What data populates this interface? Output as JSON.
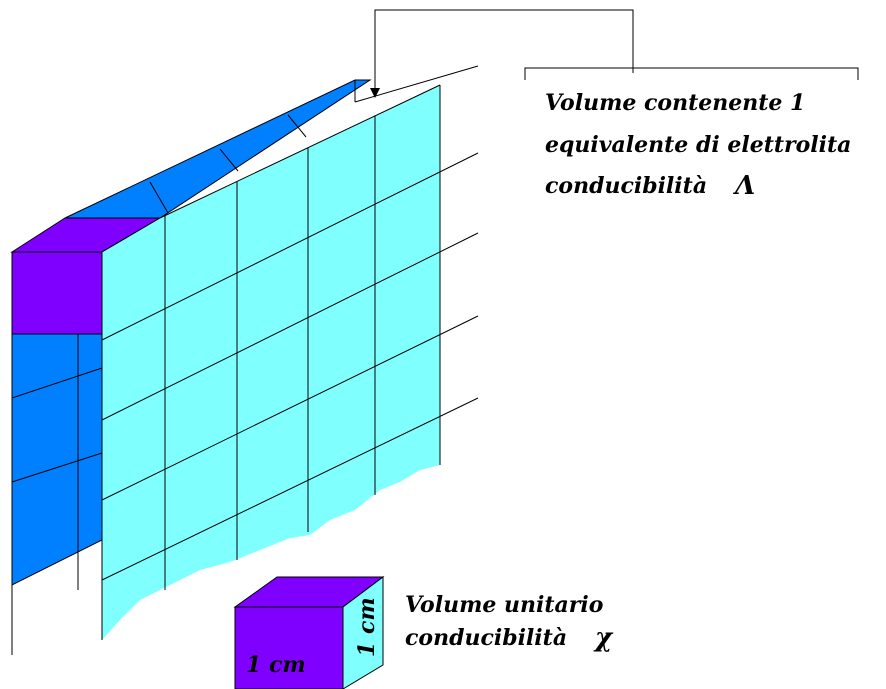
{
  "labels": {
    "volume_equivalent": [
      "Volume contenente 1",
      "equivalente di elettrolita",
      "conducibilità"
    ],
    "lambda_symbol": "Λ",
    "unit_volume": [
      "Volume unitario",
      "conducibilità"
    ],
    "chi_symbol": "χ",
    "cube_front_label": "1 cm",
    "cube_side_label": "1 cm"
  },
  "colors": {
    "light_cyan": "#80ffff",
    "blue": "#0080ff",
    "purple": "#8000ff",
    "line": "#000000"
  }
}
